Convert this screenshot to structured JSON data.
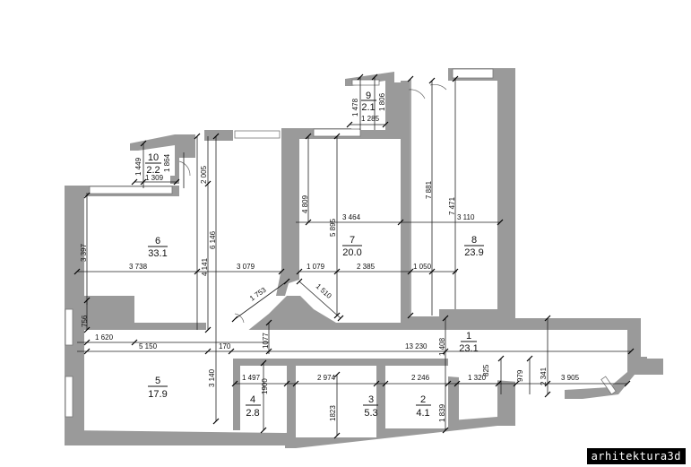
{
  "rooms": [
    {
      "num": "1",
      "area": "23.1"
    },
    {
      "num": "2",
      "area": "4.1"
    },
    {
      "num": "3",
      "area": "5.3"
    },
    {
      "num": "4",
      "area": "2.8"
    },
    {
      "num": "5",
      "area": "17.9"
    },
    {
      "num": "6",
      "area": "33.1"
    },
    {
      "num": "7",
      "area": "20.0"
    },
    {
      "num": "8",
      "area": "23.9"
    },
    {
      "num": "9",
      "area": "2.1"
    },
    {
      "num": "10",
      "area": "2.2"
    }
  ],
  "dimensions": [
    "1 478",
    "1 806",
    "1 285",
    "1 449",
    "1 864",
    "1 309",
    "2 005",
    "6 146",
    "4 141",
    "4 809",
    "5 895",
    "3 464",
    "3 110",
    "7 881",
    "7 471",
    "3 397",
    "3 738",
    "3 079",
    "1 079",
    "2 385",
    "1 050",
    "1 753",
    "1 510",
    "756",
    "1 620",
    "5 150",
    "170",
    "1077",
    "13 230",
    "1 408",
    "3 140",
    "1 497",
    "1900",
    "2 974",
    "1823",
    "2 246",
    "1 839",
    "825",
    "1 320",
    "979",
    "2 341",
    "3 905"
  ],
  "watermark": "arhitektura3d"
}
